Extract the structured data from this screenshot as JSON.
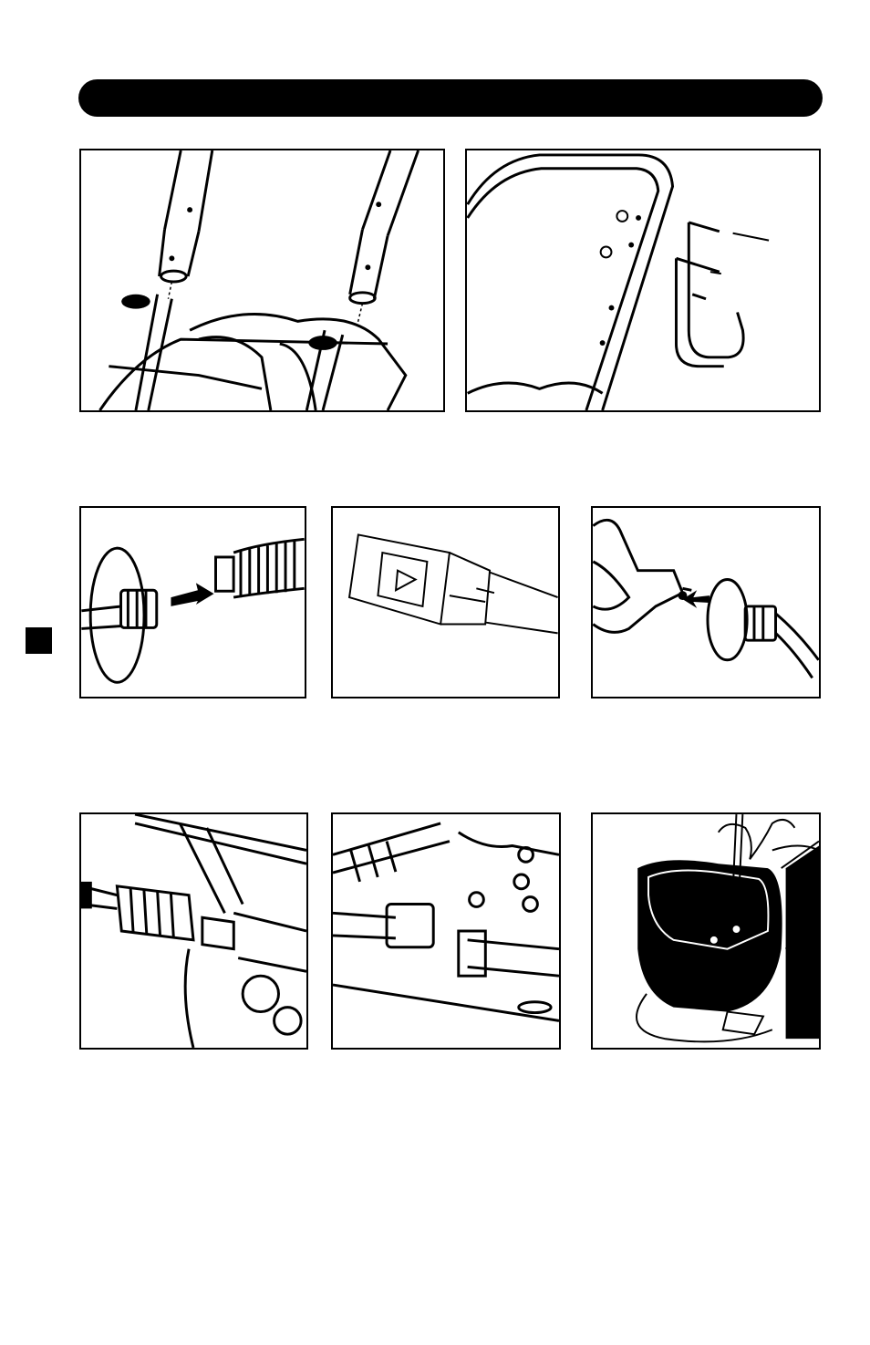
{
  "page": {
    "header_bar_color": "#000000",
    "side_tab_color": "#000000"
  },
  "illustrations": [
    {
      "id": "handle-tubes-insert",
      "icon": "handle-assembly-icon"
    },
    {
      "id": "hose-hook-bracket-mount",
      "icon": "hook-bracket-icon"
    },
    {
      "id": "hose-to-gun-connect",
      "icon": "hose-connector-icon"
    },
    {
      "id": "spray-wand-nozzle",
      "icon": "nozzle-icon"
    },
    {
      "id": "gun-trigger-hose-attach",
      "icon": "spray-gun-icon"
    },
    {
      "id": "hose-to-pump-connect",
      "icon": "pump-outlet-icon"
    },
    {
      "id": "garden-hose-inlet",
      "icon": "water-inlet-icon"
    },
    {
      "id": "fuel-tank-fill",
      "icon": "fuel-tank-icon"
    }
  ]
}
